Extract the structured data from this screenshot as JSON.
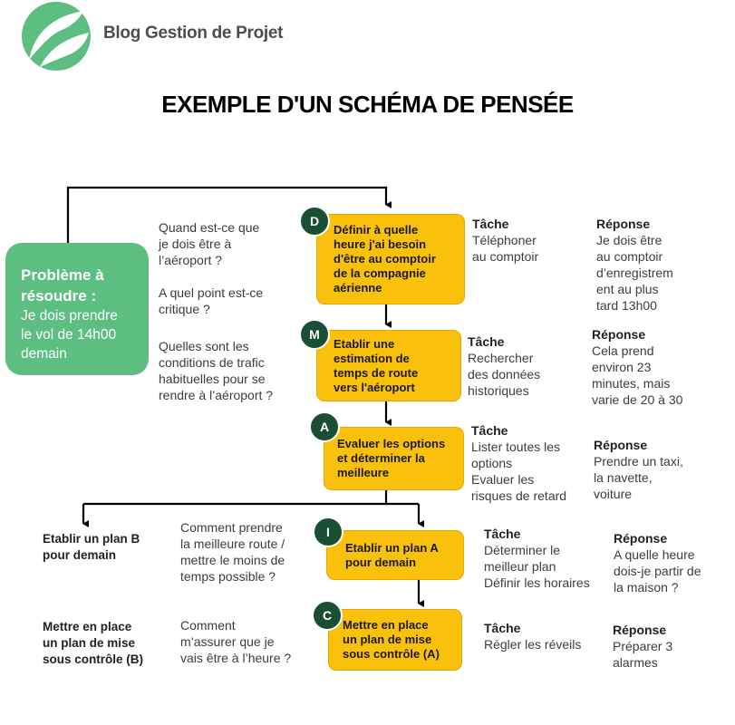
{
  "header": {
    "brand": "Blog Gestion de Projet",
    "title": "EXEMPLE D'UN SCHÉMA DE PENSÉE",
    "logo_color": "#5dbe82"
  },
  "problem": {
    "title_line1": "Problème à",
    "title_line2": "résoudre :",
    "text_line1": "Je dois prendre",
    "text_line2": "le vol de 14h00",
    "text_line3": "demain"
  },
  "questions": {
    "q1": [
      "Quand est-ce que",
      "je dois être à",
      "l’aéroport ?"
    ],
    "q2": [
      "A quel point est-ce",
      "critique ?"
    ],
    "q3": [
      "Quelles sont les",
      "conditions de trafic",
      "habituelles pour se",
      "rendre à l’aéroport ?"
    ],
    "q4": [
      "Comment prendre",
      "la meilleure route /",
      "mettre le moins de",
      "temps possible ?"
    ],
    "q5": [
      "Comment",
      "m’assurer que je",
      "vais être à l’heure ?"
    ]
  },
  "steps": [
    {
      "letter": "D",
      "lines": [
        "Définir à quelle",
        "heure j'ai besoin",
        "d'être au comptoir",
        "de la compagnie",
        "aérienne"
      ],
      "task_label": "Tâche",
      "task": [
        "Téléphoner",
        "au comptoir"
      ],
      "answer_label": "Réponse",
      "answer": [
        "Je dois être",
        "au comptoir",
        "d’enregistrem",
        "ent au plus",
        "tard 13h00"
      ]
    },
    {
      "letter": "M",
      "lines": [
        "Etablir une",
        "estimation de",
        "temps de route",
        "vers l'aéroport"
      ],
      "task_label": "Tâche",
      "task": [
        "Rechercher",
        "des données",
        "historiques"
      ],
      "answer_label": "Réponse",
      "answer": [
        "Cela prend",
        "environ 23",
        "minutes, mais",
        "varie de 20 à 30"
      ]
    },
    {
      "letter": "A",
      "lines": [
        "Evaluer les options",
        "et déterminer la",
        "meilleure"
      ],
      "task_label": "Tâche",
      "task": [
        "Lister toutes les",
        "options",
        "Evaluer les",
        "risques de retard"
      ],
      "answer_label": "Réponse",
      "answer": [
        "Prendre un taxi,",
        "la navette,",
        "voiture"
      ]
    },
    {
      "letter": "I",
      "lines": [
        "Etablir un plan A",
        "pour demain"
      ],
      "task_label": "Tâche",
      "task": [
        "Déterminer le",
        "meilleur plan",
        "Définir les horaires"
      ],
      "answer_label": "Réponse",
      "answer": [
        "A quelle heure",
        "dois-je partir de",
        "la maison ?"
      ]
    },
    {
      "letter": "C",
      "lines": [
        "Mettre en place",
        "un plan de mise",
        "sous contrôle (A)"
      ],
      "task_label": "Tâche",
      "task": [
        "Régler les réveils"
      ],
      "answer_label": "Réponse",
      "answer": [
        "Préparer 3",
        "alarmes"
      ]
    }
  ],
  "plan_b": [
    "Etablir un plan B",
    "pour demain"
  ],
  "plan_control_b": [
    "Mettre en place",
    "un plan de mise",
    "sous contrôle (B)"
  ],
  "colors": {
    "step_fill": "#f9c00c",
    "badge": "#1a4f33",
    "problem": "#5dbe82"
  }
}
